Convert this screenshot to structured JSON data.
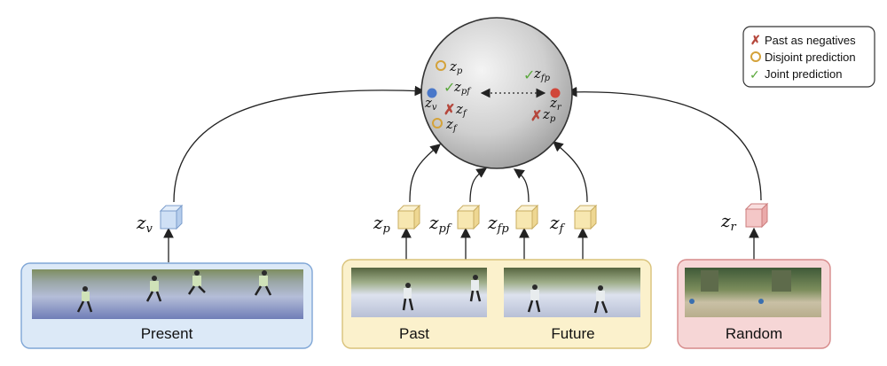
{
  "legend": {
    "items": [
      {
        "icon": "cross-icon",
        "color": "#b5473c",
        "label": "Past as negatives"
      },
      {
        "icon": "circle-icon",
        "color": "#d4a23a",
        "label": "Disjoint prediction"
      },
      {
        "icon": "check-icon",
        "color": "#5aa83c",
        "label": "Joint prediction"
      }
    ]
  },
  "sphere": {
    "left_cluster": [
      {
        "sym": "z",
        "sub": "p",
        "marker": "circle"
      },
      {
        "sym": "z",
        "sub": "pf",
        "marker": "check"
      },
      {
        "sym": "z",
        "sub": "v",
        "marker": "dot-blue"
      },
      {
        "sym": "z",
        "sub": "f",
        "marker": "cross"
      },
      {
        "sym": "z",
        "sub": "f",
        "marker": "circle"
      }
    ],
    "right_cluster": [
      {
        "sym": "z",
        "sub": "fp",
        "marker": "check"
      },
      {
        "sym": "z",
        "sub": "r",
        "marker": "dot-red"
      },
      {
        "sym": "z",
        "sub": "p",
        "marker": "cross"
      }
    ]
  },
  "embeddings": [
    {
      "sym": "z",
      "sub": "v",
      "color": "blue"
    },
    {
      "sym": "z",
      "sub": "p",
      "color": "yellow"
    },
    {
      "sym": "z",
      "sub": "pf",
      "color": "yellow"
    },
    {
      "sym": "z",
      "sub": "fp",
      "color": "yellow"
    },
    {
      "sym": "z",
      "sub": "f",
      "color": "yellow"
    },
    {
      "sym": "z",
      "sub": "r",
      "color": "red"
    }
  ],
  "panels": {
    "present": {
      "label": "Present",
      "fill": "#dce9f7",
      "stroke": "#7fa6d6"
    },
    "past_future": {
      "label_past": "Past",
      "label_future": "Future",
      "fill": "#fbf1cc",
      "stroke": "#d9c27a"
    },
    "random": {
      "label": "Random",
      "fill": "#f6d6d6",
      "stroke": "#d68a8a"
    }
  },
  "colors": {
    "blue": "#4a78c9",
    "red": "#d0463a",
    "yellow_cube": "#f7e7b0",
    "blue_cube": "#cfe0f5",
    "red_cube": "#f4c7c7"
  }
}
